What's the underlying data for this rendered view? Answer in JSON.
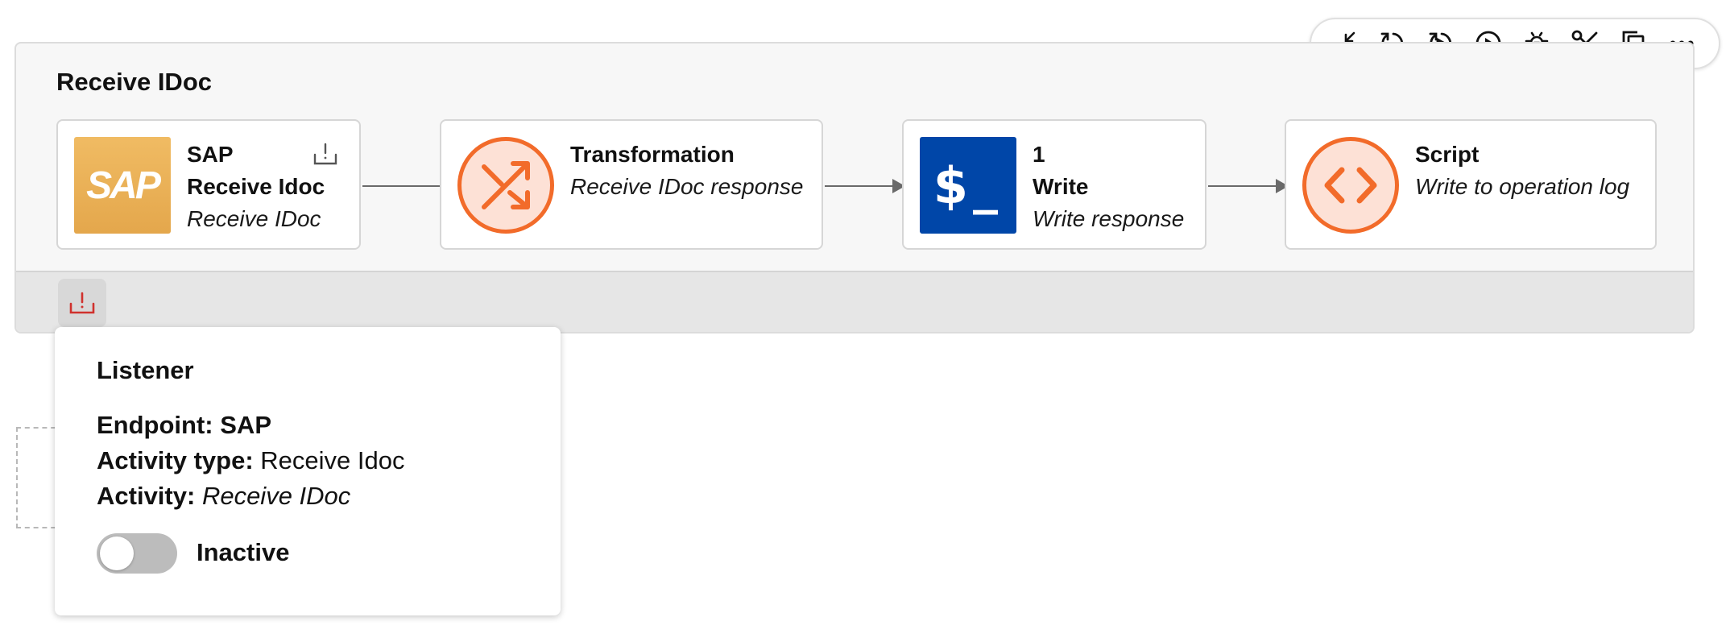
{
  "operation": {
    "title": "Receive IDoc"
  },
  "steps": [
    {
      "line1": "SAP",
      "line2": "Receive Idoc",
      "line3": "Receive IDoc",
      "icon": "sap-logo-icon"
    },
    {
      "line1": "Transformation",
      "line2": "Receive IDoc response",
      "icon": "shuffle-icon"
    },
    {
      "line1": "1",
      "line2": "Write",
      "line3": "Write response",
      "icon": "console-icon",
      "icon_text": "$_"
    },
    {
      "line1": "Script",
      "line2": "Write to operation log",
      "icon": "code-icon"
    }
  ],
  "toolbar": {
    "items": [
      "collapse-icon",
      "refresh-icon",
      "run-refresh-icon",
      "play-icon",
      "debug-bug-icon",
      "cut-scissors-icon",
      "copy-icon",
      "more-icon"
    ]
  },
  "popover": {
    "title": "Listener",
    "endpoint_label": "Endpoint:",
    "endpoint_value": "SAP",
    "activity_type_label": "Activity type:",
    "activity_type_value": "Receive Idoc",
    "activity_label": "Activity:",
    "activity_value": "Receive IDoc",
    "toggle_label": "Inactive",
    "toggle_on": false
  },
  "colors": {
    "accent_orange": "#f26b2a",
    "sap_gold": "#e9ad55",
    "console_blue": "#0046a8",
    "listener_red": "#d0312d"
  }
}
